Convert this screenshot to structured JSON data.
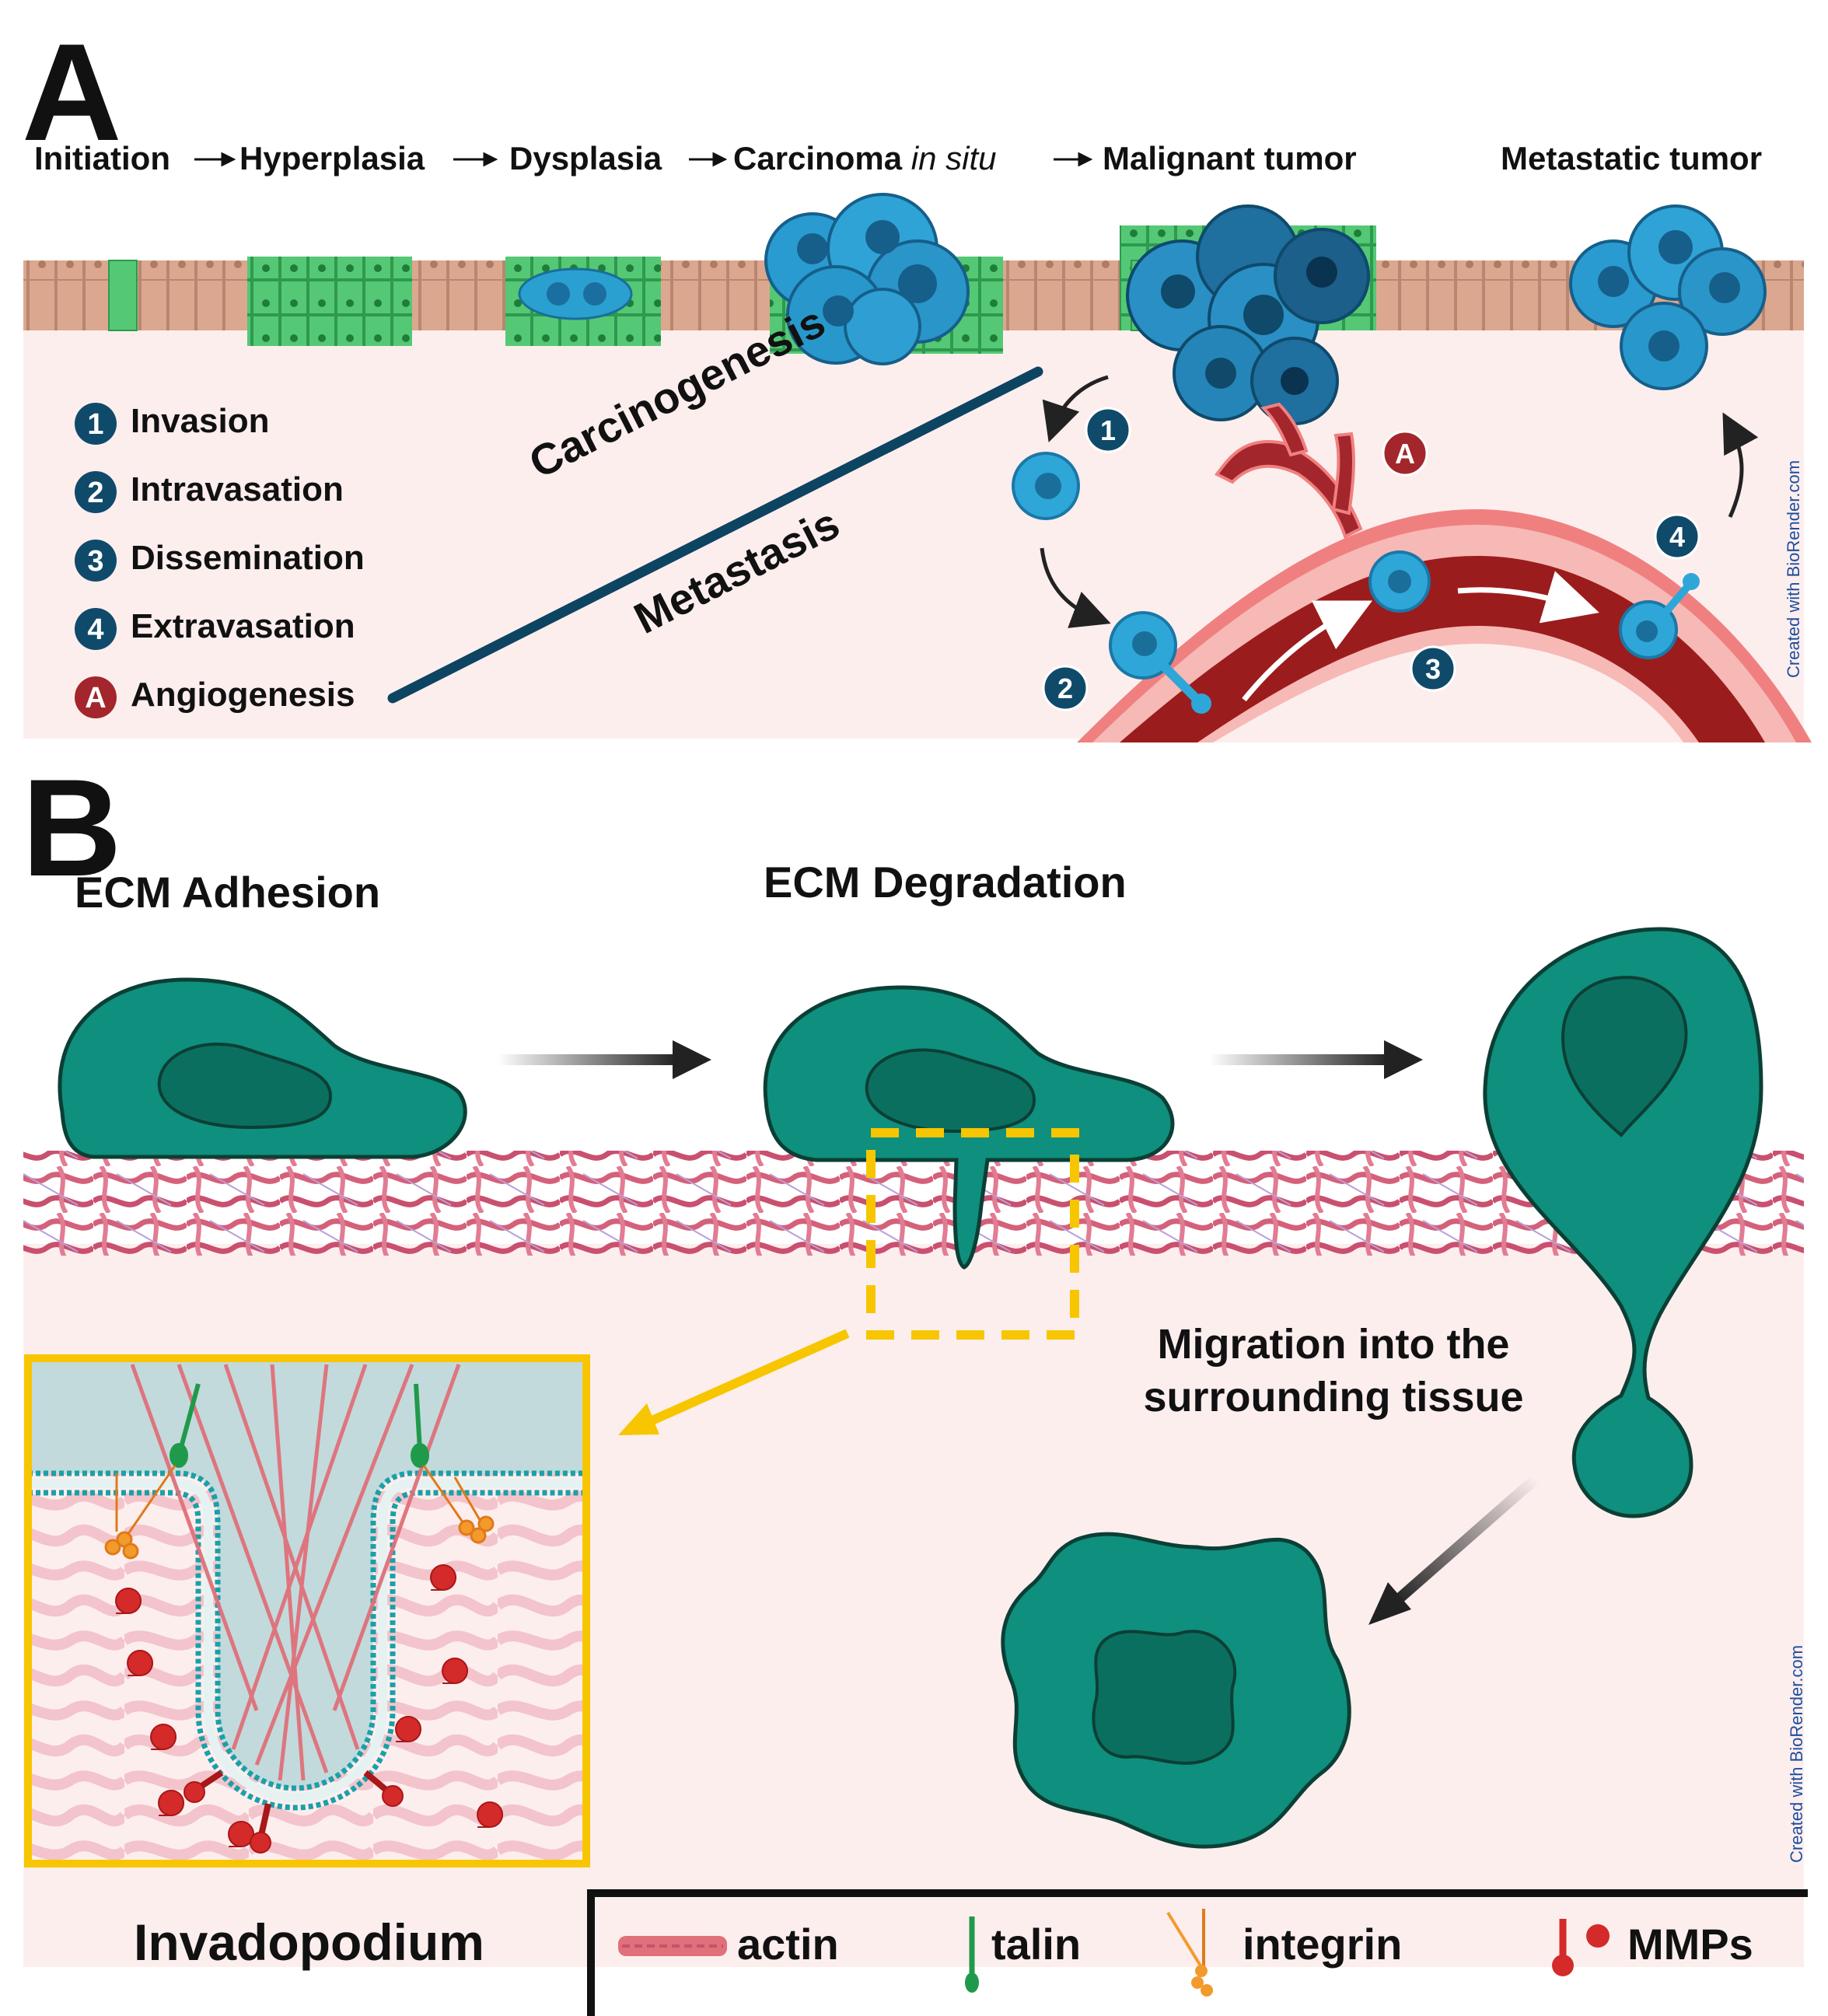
{
  "panel_a": {
    "letter": "A",
    "stages": [
      "Initiation",
      "Hyperplasia",
      "Dysplasia",
      "Carcinoma",
      "in situ",
      "Malignant tumor",
      "Metastatic tumor"
    ],
    "legend": [
      {
        "marker": "1",
        "label": "Invasion"
      },
      {
        "marker": "2",
        "label": "Intravasation"
      },
      {
        "marker": "3",
        "label": "Dissemination"
      },
      {
        "marker": "4",
        "label": "Extravasation"
      },
      {
        "marker": "A",
        "label": "Angiogenesis"
      }
    ],
    "carcinogenesis": "Carcinogenesis",
    "metastasis": "Metastasis",
    "credit": "Created with BioRender.com"
  },
  "panel_b": {
    "letter": "B",
    "ecm_adhesion": "ECM Adhesion",
    "ecm_degradation": "ECM Degradation",
    "migration": "Migration into the surrounding tissue",
    "invadopodium": "Invadopodium",
    "credit": "Created with BioRender.com",
    "key": [
      {
        "icon": "actin-icon",
        "label": "actin"
      },
      {
        "icon": "talin-icon",
        "label": "talin"
      },
      {
        "icon": "integrin-icon",
        "label": "integrin"
      },
      {
        "icon": "mmp-icon",
        "label": "MMPs"
      }
    ]
  },
  "colors": {
    "tissue_bg": "#fdeeee",
    "normal_cell": "#d9a78f",
    "dysplastic_cell": "#4cbf6a",
    "tumor_cell": "#2a8fc4",
    "vessel": "#9b1c1c",
    "marker_dark": "#0f4a6b",
    "marker_red": "#a3262c",
    "cell_green": "#0f8f7d",
    "collagen": "#d4607a",
    "highlight": "#f7c600"
  }
}
